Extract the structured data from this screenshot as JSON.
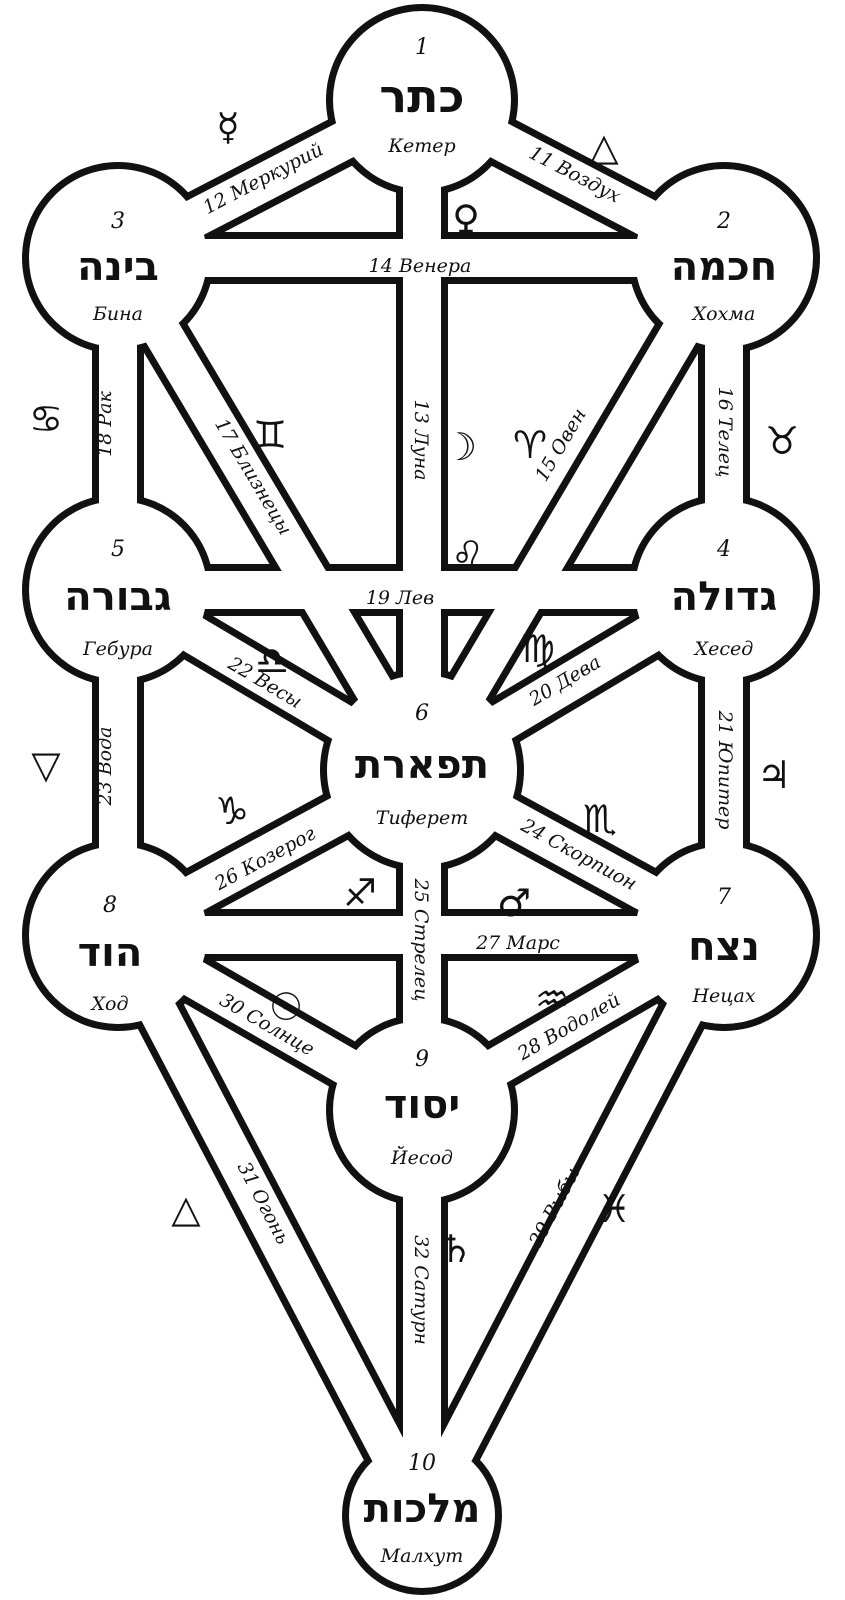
{
  "sephirot": [
    {
      "number": "1",
      "hebrew": "כתר",
      "russian": "Кетер"
    },
    {
      "number": "2",
      "hebrew": "חכמה",
      "russian": "Хохма"
    },
    {
      "number": "3",
      "hebrew": "בינה",
      "russian": "Бина"
    },
    {
      "number": "4",
      "hebrew": "גדולה",
      "russian": "Хесед"
    },
    {
      "number": "5",
      "hebrew": "גבורה",
      "russian": "Гебура"
    },
    {
      "number": "6",
      "hebrew": "תפארת",
      "russian": "Тиферет"
    },
    {
      "number": "7",
      "hebrew": "נצח",
      "russian": "Нецах"
    },
    {
      "number": "8",
      "hebrew": "הוד",
      "russian": "Ход"
    },
    {
      "number": "9",
      "hebrew": "יסוד",
      "russian": "Йесод"
    },
    {
      "number": "10",
      "hebrew": "מלכות",
      "russian": "Малхут"
    }
  ],
  "paths": [
    {
      "label": "11 Воздух"
    },
    {
      "label": "12 Меркурий"
    },
    {
      "label": "13 Луна"
    },
    {
      "label": "14 Венера"
    },
    {
      "label": "15 Овен"
    },
    {
      "label": "16 Телец"
    },
    {
      "label": "17 Близнецы"
    },
    {
      "label": "18 Рак"
    },
    {
      "label": "19 Лев"
    },
    {
      "label": "20 Дева"
    },
    {
      "label": "21 Юпитер"
    },
    {
      "label": "22 Весы"
    },
    {
      "label": "23 Вода"
    },
    {
      "label": "24 Скорпион"
    },
    {
      "label": "25 Стрелец"
    },
    {
      "label": "26 Козерог"
    },
    {
      "label": "27 Марс"
    },
    {
      "label": "28 Водолей"
    },
    {
      "label": "29 Рыбы"
    },
    {
      "label": "30 Солнце"
    },
    {
      "label": "31 Огонь"
    },
    {
      "label": "32 Сатурн"
    }
  ],
  "symbols": [
    {
      "name": "mercury-icon",
      "glyph": "☿"
    },
    {
      "name": "air-triangle-icon",
      "glyph": "△"
    },
    {
      "name": "venus-icon",
      "glyph": "♀"
    },
    {
      "name": "gemini-icon",
      "glyph": "♊"
    },
    {
      "name": "moon-icon",
      "glyph": "☽"
    },
    {
      "name": "aries-icon",
      "glyph": "♈"
    },
    {
      "name": "cancer-icon",
      "glyph": "♋"
    },
    {
      "name": "taurus-icon",
      "glyph": "♉"
    },
    {
      "name": "leo-icon",
      "glyph": "♌"
    },
    {
      "name": "libra-icon",
      "glyph": "♎"
    },
    {
      "name": "virgo-icon",
      "glyph": "♍"
    },
    {
      "name": "water-triangle-icon",
      "glyph": "▽"
    },
    {
      "name": "jupiter-icon",
      "glyph": "♃"
    },
    {
      "name": "capricorn-icon",
      "glyph": "♑"
    },
    {
      "name": "scorpio-icon",
      "glyph": "♏"
    },
    {
      "name": "sagittarius-icon",
      "glyph": "♐"
    },
    {
      "name": "mars-icon",
      "glyph": "♂"
    },
    {
      "name": "sun-icon",
      "glyph": "☉"
    },
    {
      "name": "aquarius-icon",
      "glyph": "♒"
    },
    {
      "name": "fire-triangle-icon",
      "glyph": "△"
    },
    {
      "name": "saturn-icon",
      "glyph": "♄"
    },
    {
      "name": "pisces-icon",
      "glyph": "♓"
    }
  ]
}
